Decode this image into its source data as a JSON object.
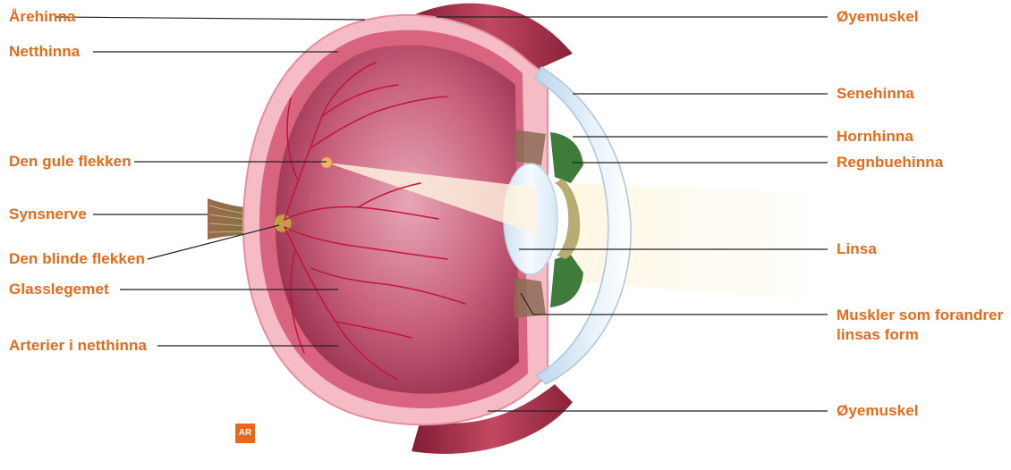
{
  "labels": {
    "arehinna": "Årehinna",
    "netthinna": "Netthinna",
    "den_gule_flekken": "Den gule flekken",
    "synsnerve": "Synsnerve",
    "den_blinde_flekken": "Den blinde flekken",
    "glasslegemet": "Glasslegemet",
    "arterier": "Arterier i netthinna",
    "oyemuskel_top": "Øyemuskel",
    "senehinna": "Senehinna",
    "hornhinna": "Hornhinna",
    "regnbuehinna": "Regnbuehinna",
    "linsa": "Linsa",
    "muskler_line1": "Muskler som forandrer",
    "muskler_line2": "linsas form",
    "oyemuskel_bottom": "Øyemuskel"
  },
  "badge": "AR",
  "colors": {
    "label": "#e56a1c",
    "leader": "#222222",
    "sclera": "#f3b7c0",
    "choroid": "#c9405f",
    "vitreous": "#b24763",
    "vessels": "#c0143c",
    "cornea": "#dceaf5",
    "iris": "#3f7b3a",
    "lens": "#e9f2f8",
    "muscle": "#b8374f",
    "light": "#fff5d6"
  }
}
